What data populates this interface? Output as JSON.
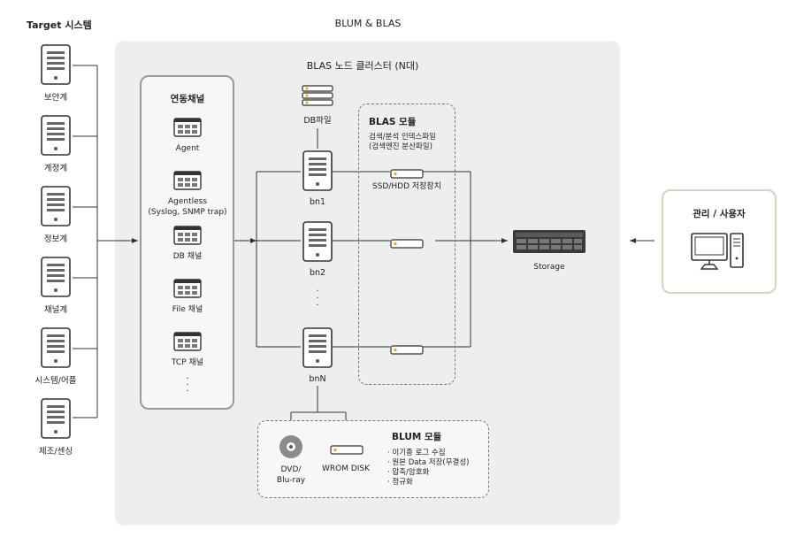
{
  "titles": {
    "target_system": "Target 시스템",
    "blum_blas": "BLUM & BLAS",
    "blas_cluster": "BLAS 노드 클러스터 (N대)",
    "admin_user": "관리 / 사용자",
    "channels_title": "연동채널",
    "blas_module_title": "BLAS 모듈",
    "blum_module_title": "BLUM 모듈"
  },
  "target_systems": [
    {
      "label": "보안계"
    },
    {
      "label": "계정계"
    },
    {
      "label": "정보계"
    },
    {
      "label": "채널계"
    },
    {
      "label": "시스템/어플"
    },
    {
      "label": "제조/센싱"
    }
  ],
  "channels": [
    {
      "label": "Agent"
    },
    {
      "label": "Agentless\n(Syslog, SNMP trap)"
    },
    {
      "label": "DB 채널"
    },
    {
      "label": "File 채널"
    },
    {
      "label": "TCP 채널"
    }
  ],
  "db_file_label": "DB파일",
  "nodes": [
    {
      "label": "bn1"
    },
    {
      "label": "bn2"
    },
    {
      "label": "bnN"
    }
  ],
  "blas_module": {
    "desc_line1": "검색/분석 인덱스파일",
    "desc_line2": "(검색엔진 분산파일)",
    "disk_label": "SSD/HDD 저장장치"
  },
  "storage_label": "Storage",
  "blum_module": {
    "dvd_label": "DVD/\nBlu-ray",
    "wrom_label": "WROM DISK",
    "items": [
      "· 이기종 로그 수집",
      "· 원본 Data 저장(무결성)",
      "· 압축/암호화",
      "· 정규화"
    ]
  },
  "colors": {
    "panel_bg": "#eeeeee",
    "line": "#333333",
    "accent_orange": "#f0a030",
    "user_border": "#d6d2c4"
  }
}
